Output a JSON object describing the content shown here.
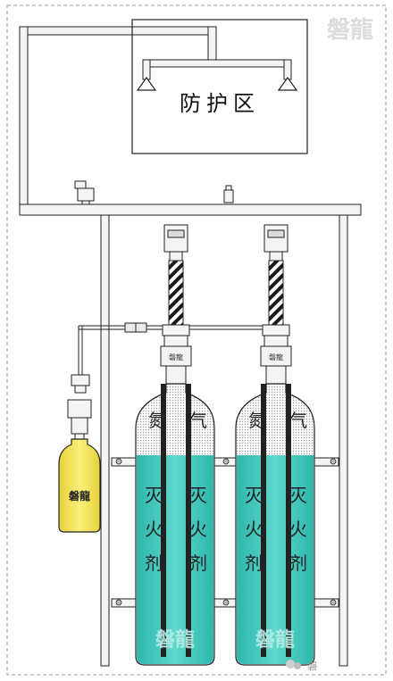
{
  "watermark": {
    "brand": "磐龍"
  },
  "zone": {
    "label": "防护区"
  },
  "cylinders": [
    {
      "gas_left": "氮",
      "gas_right": "气",
      "agent_left": [
        "灭",
        "火",
        "剂"
      ],
      "agent_right": [
        "灭",
        "火",
        "剂"
      ],
      "valve_mark": "磐龍"
    },
    {
      "gas_left": "氮",
      "gas_right": "气",
      "agent_left": [
        "灭",
        "火",
        "剂"
      ],
      "agent_right": [
        "灭",
        "火",
        "剂"
      ],
      "valve_mark": "磐龍"
    }
  ],
  "pilot_cylinder": {
    "label": "磐龍"
  },
  "bottom_watermark": "磐龍",
  "corner_watermark": "磐",
  "colors": {
    "agent": "#3cc9bd",
    "pilot": "#f3e24f",
    "pipe": "#f4f4f4",
    "outline": "#222222",
    "frame_border": "#9a9a9a"
  }
}
